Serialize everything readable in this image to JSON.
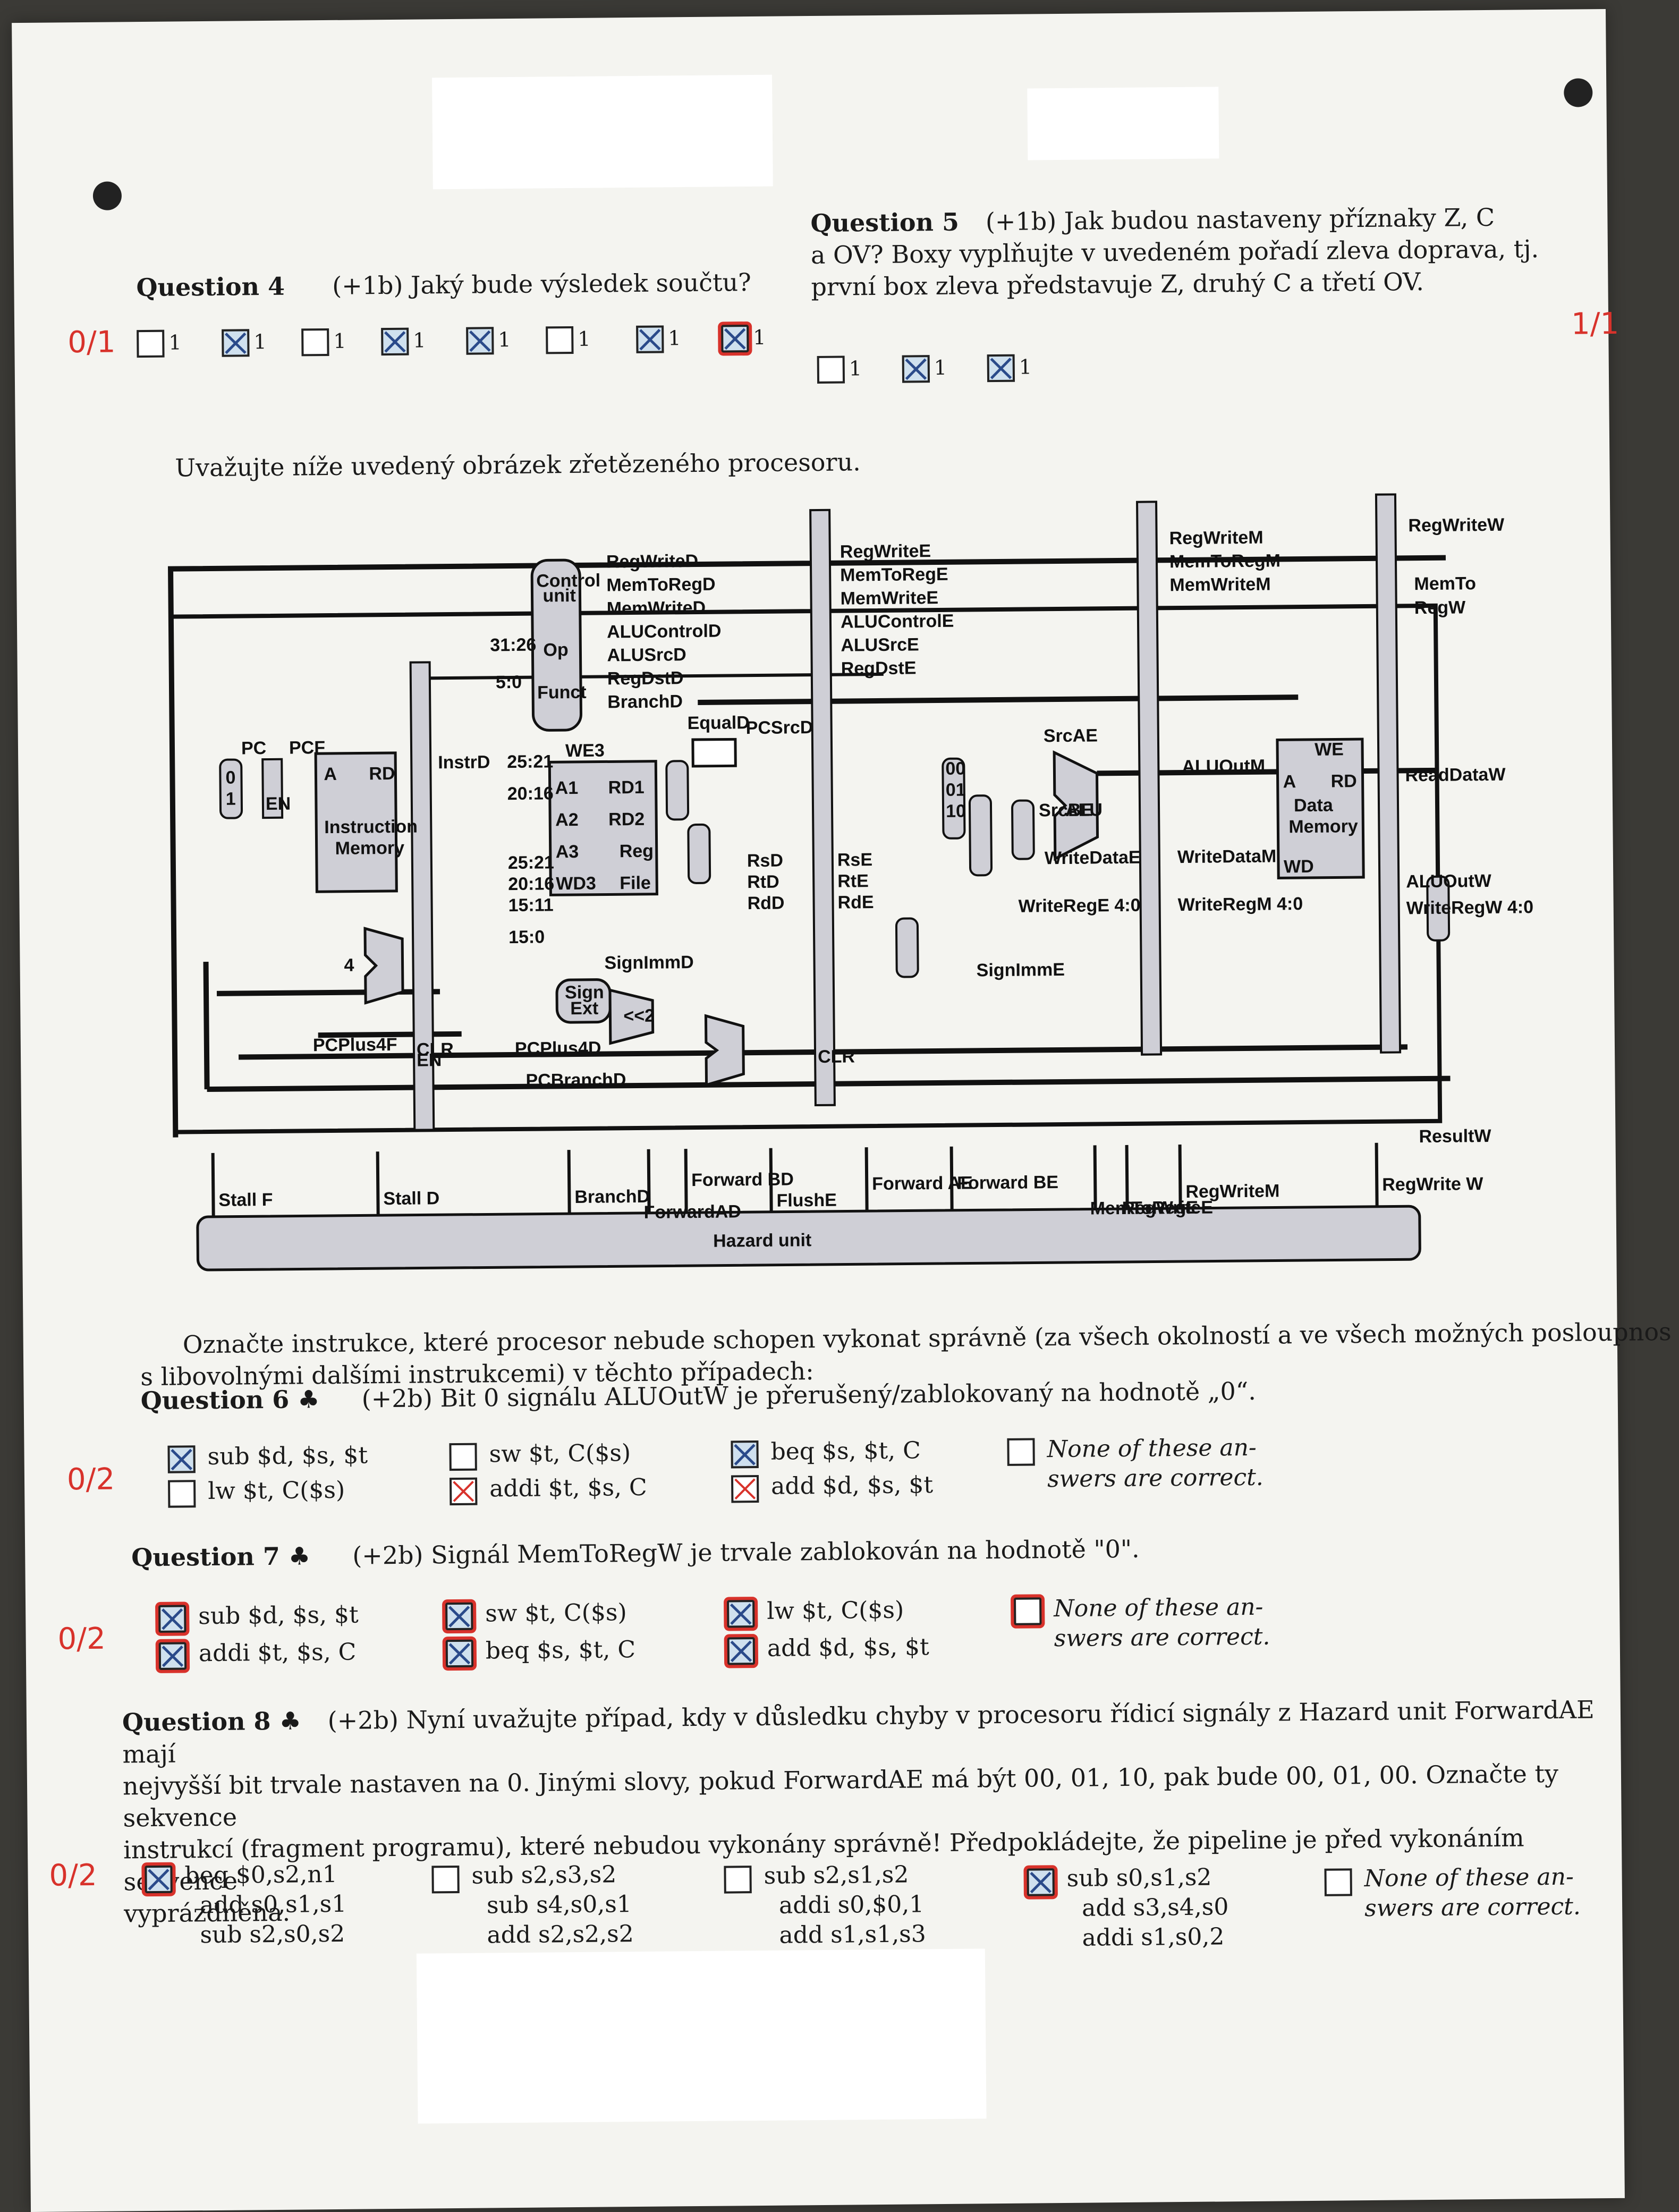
{
  "q4": {
    "title": "Question 4",
    "text": "(+1b) Jaký bude výsledek součtu?",
    "score": "0/1",
    "boxes": [
      {
        "label": "1",
        "marked": false,
        "circled": false
      },
      {
        "label": "1",
        "marked": true,
        "circled": false
      },
      {
        "label": "1",
        "marked": false,
        "circled": false
      },
      {
        "label": "1",
        "marked": true,
        "circled": false
      },
      {
        "label": "1",
        "marked": true,
        "circled": false
      },
      {
        "label": "1",
        "marked": false,
        "circled": false
      },
      {
        "label": "1",
        "marked": true,
        "circled": false
      },
      {
        "label": "1",
        "marked": true,
        "circled": true
      }
    ]
  },
  "q5": {
    "title": "Question 5",
    "text_line1": "(+1b) Jak budou nastaveny příznaky Z, C",
    "text_line2": "a OV? Boxy vyplňujte v uvedeném pořadí zleva doprava, tj.",
    "text_line3": "první box zleva představuje Z, druhý C a třetí OV.",
    "score": "1/1",
    "boxes": [
      {
        "label": "1",
        "marked": false
      },
      {
        "label": "1",
        "marked": true
      },
      {
        "label": "1",
        "marked": true
      }
    ]
  },
  "intro": "Uvažujte níže uvedený obrázek zřetězeného procesoru.",
  "diagram": {
    "control_signals_d": [
      "RegWriteD",
      "MemToRegD",
      "MemWriteD",
      "ALUControlD",
      "ALUSrcD",
      "RegDstD",
      "BranchD"
    ],
    "control_signals_e": [
      "RegWriteE",
      "MemToRegE",
      "MemWriteE",
      "ALUControlE",
      "ALUSrcE",
      "RegDstE"
    ],
    "control_signals_m": [
      "RegWriteM",
      "MemToRegM",
      "MemWriteM"
    ],
    "control_signals_w": [
      "RegWriteW",
      "MemTo",
      "RegW"
    ],
    "control_unit": [
      "Control",
      "unit"
    ],
    "op_field": "31:26",
    "funct_field": "5:0",
    "op": "Op",
    "funct": "Funct",
    "equal": "EqualD",
    "pcsrc": "PCSrcD",
    "imem": [
      "Instruction",
      "Memory"
    ],
    "imem_ports": [
      "A",
      "RD"
    ],
    "pc": "PC",
    "pcf": "PCF",
    "instrd": "InstrD",
    "rf_fields": [
      "25:21",
      "20:16",
      "25:21",
      "20:16",
      "15:11",
      "15:0"
    ],
    "rf_ports": [
      "WE3",
      "A1",
      "RD1",
      "A2",
      "RD2",
      "A3",
      "Reg",
      "WD3",
      "File"
    ],
    "rsd": "RsD",
    "rtd": "RtD",
    "rdd": "RdD",
    "rse": "RsE",
    "rte": "RtE",
    "rde": "RdE",
    "signext": [
      "Sign",
      "Ext"
    ],
    "signimmd": "SignImmD",
    "shift": "<<2",
    "srcae": "SrcAE",
    "srcbe": "SrcBE",
    "alu": "ALU",
    "writedatae": "WriteDataE",
    "writerege": "WriteRegE 4:0",
    "signimme": "SignImmE",
    "aluoutm": "ALUOutM",
    "writedatam": "WriteDataM",
    "writeregm": "WriteRegM 4:0",
    "dmem": [
      "WE",
      "A",
      "RD",
      "Data",
      "Memory",
      "WD"
    ],
    "readdataw": "ReadDataW",
    "aluoutw": "ALUOutW",
    "writeregw": "WriteRegW 4:0",
    "resultw": "ResultW",
    "four": "4",
    "pcplus4f": "PCPlus4F",
    "pcplus4d": "PCPlus4D",
    "pcbranchd": "PCBranchD",
    "clr": "CLR",
    "en": "EN",
    "mux_bits": [
      "0",
      "1",
      "00",
      "01",
      "10"
    ],
    "hazard_signals": [
      "Stall F",
      "Stall D",
      "BranchD",
      "ForwardAD",
      "Forward BD",
      "FlushE",
      "Forward AE",
      "Forward BE",
      "MemToRegE",
      "RegWriteE",
      "RegWriteM",
      "RegWrite W"
    ],
    "hazard_unit": "Hazard unit"
  },
  "intro2_line1": "Označte instrukce, které procesor nebude schopen vykonat správně (za všech okolností a ve všech možných posloupnos",
  "intro2_line2": "s libovolnými dalšími instrukcemi) v těchto případech:",
  "q6": {
    "title": "Question 6 ♣",
    "text": "(+2b) Bit 0 signálu ALUOutW je přerušený/zablokovaný na hodnotě „0“.",
    "score": "0/2",
    "options": [
      {
        "label": "sub $d, $s, $t",
        "mark": "blue"
      },
      {
        "label": "lw $t, C($s)",
        "mark": "none"
      },
      {
        "label": "sw $t, C($s)",
        "mark": "none"
      },
      {
        "label": "addi $t, $s, C",
        "mark": "red"
      },
      {
        "label": "beq $s, $t, C",
        "mark": "blue"
      },
      {
        "label": "add $d, $s, $t",
        "mark": "red"
      },
      {
        "label": "None of these an-\nswers are correct.",
        "mark": "none"
      }
    ]
  },
  "q7": {
    "title": "Question 7 ♣",
    "text": "(+2b) Signál MemToRegW je trvale zablokován na hodnotě \"0\".",
    "score": "0/2",
    "options": [
      {
        "label": "sub $d, $s, $t",
        "mark": "blue"
      },
      {
        "label": "addi $t, $s, C",
        "mark": "blue"
      },
      {
        "label": "sw $t, C($s)",
        "mark": "blue"
      },
      {
        "label": "beq $s, $t, C",
        "mark": "blue"
      },
      {
        "label": "lw $t, C($s)",
        "mark": "blue"
      },
      {
        "label": "add $d, $s, $t",
        "mark": "blue"
      },
      {
        "label": "None of these an-\nswers are correct.",
        "mark": "none"
      }
    ]
  },
  "q8": {
    "title": "Question 8 ♣",
    "text_line1": "(+2b) Nyní uvažujte případ, kdy v důsledku chyby v procesoru řídicí signály z Hazard unit ForwardAE mají",
    "text_line2": "nejvyšší bit trvale nastaven na 0. Jinými slovy, pokud ForwardAE má být 00, 01, 10, pak bude 00, 01, 00. Označte ty sekvence",
    "text_line3": "instrukcí (fragment programu), které nebudou vykonány správně! Předpokládejte, že pipeline je před vykonáním sekvence",
    "text_line4": "vyprázdněna.",
    "score": "0/2",
    "options": [
      {
        "label": "beq $0,s2,n1\n  add s0,s1,s1\n  sub s2,s0,s2",
        "mark": "blue"
      },
      {
        "label": "sub s2,s3,s2\n  sub s4,s0,s1\n  add s2,s2,s2",
        "mark": "none"
      },
      {
        "label": "sub s2,s1,s2\n  addi s0,$0,1\n  add s1,s1,s3",
        "mark": "none"
      },
      {
        "label": "sub s0,s1,s2\n  add s3,s4,s0\n  addi s1,s0,2",
        "mark": "blue"
      },
      {
        "label": "None of these an-\nswers are correct.",
        "mark": "none"
      }
    ]
  }
}
